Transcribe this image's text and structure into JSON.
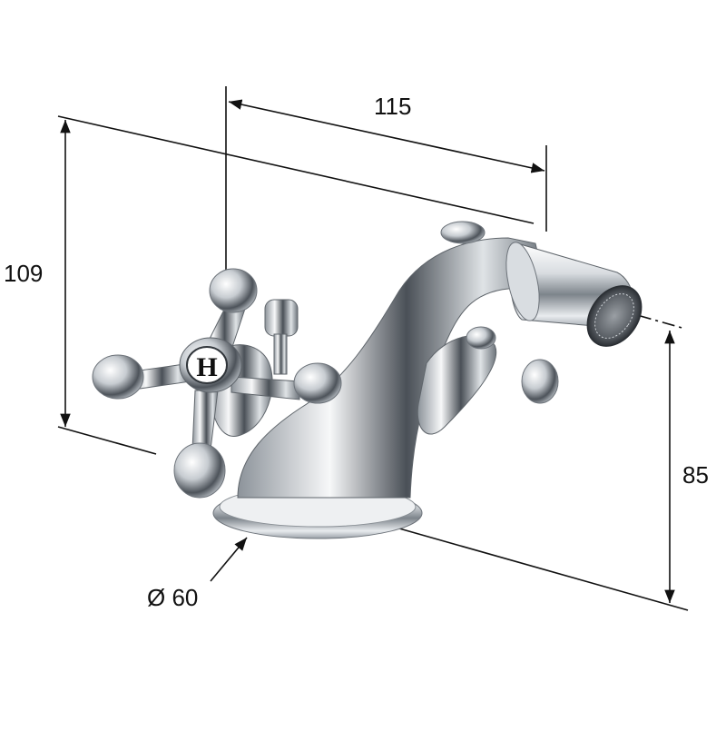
{
  "dimensions": {
    "width": {
      "value": "115"
    },
    "height": {
      "value": "109"
    },
    "spout_height": {
      "value": "85"
    },
    "base_diameter": {
      "value": "Ø 60"
    }
  },
  "handle": {
    "letter": "H"
  },
  "colors": {
    "line": "#111111",
    "chrome_light": "#f4f6f8",
    "chrome_mid": "#b9bec4",
    "chrome_dark": "#3a3f45",
    "background": "#ffffff"
  }
}
